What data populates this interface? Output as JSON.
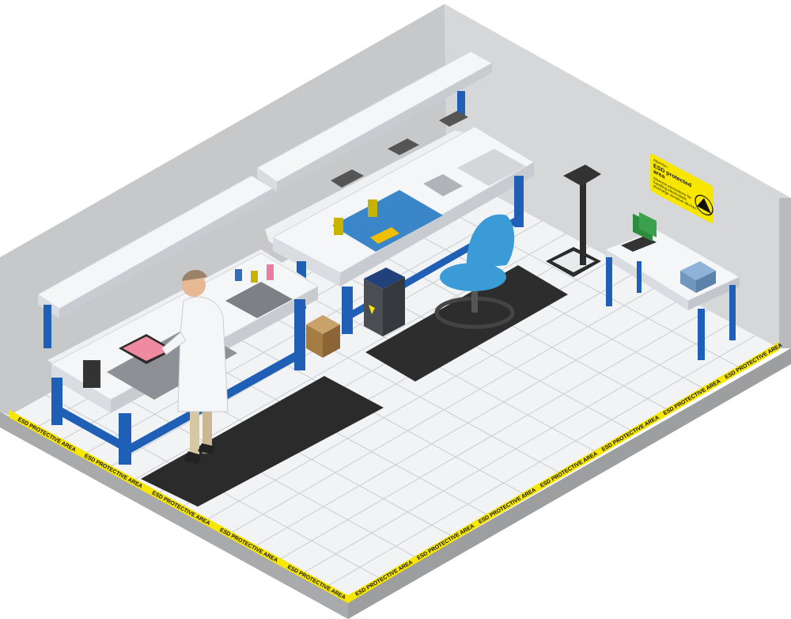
{
  "scene": {
    "sign": {
      "heading": "Attention",
      "title_line1": "ESD protected",
      "title_line2": "area",
      "body_line1": "Observe precautions for",
      "body_line2": "handling electrostatic",
      "body_line3": "discharge sensitive devices"
    },
    "floor_tape_label": "ESD PROTECTIVE AREA"
  },
  "colors": {
    "bench_frame": "#1f5fb5",
    "bench_top": "#f4f6f8",
    "wall": "#c9cacc",
    "floor": "#f2f3f5",
    "tape": "#f7e600",
    "mat": "#2d2d2d",
    "esd_mat": "#3b86c9",
    "chair": "#3a9bd6"
  },
  "icons": [
    "esd-warning-icon"
  ]
}
